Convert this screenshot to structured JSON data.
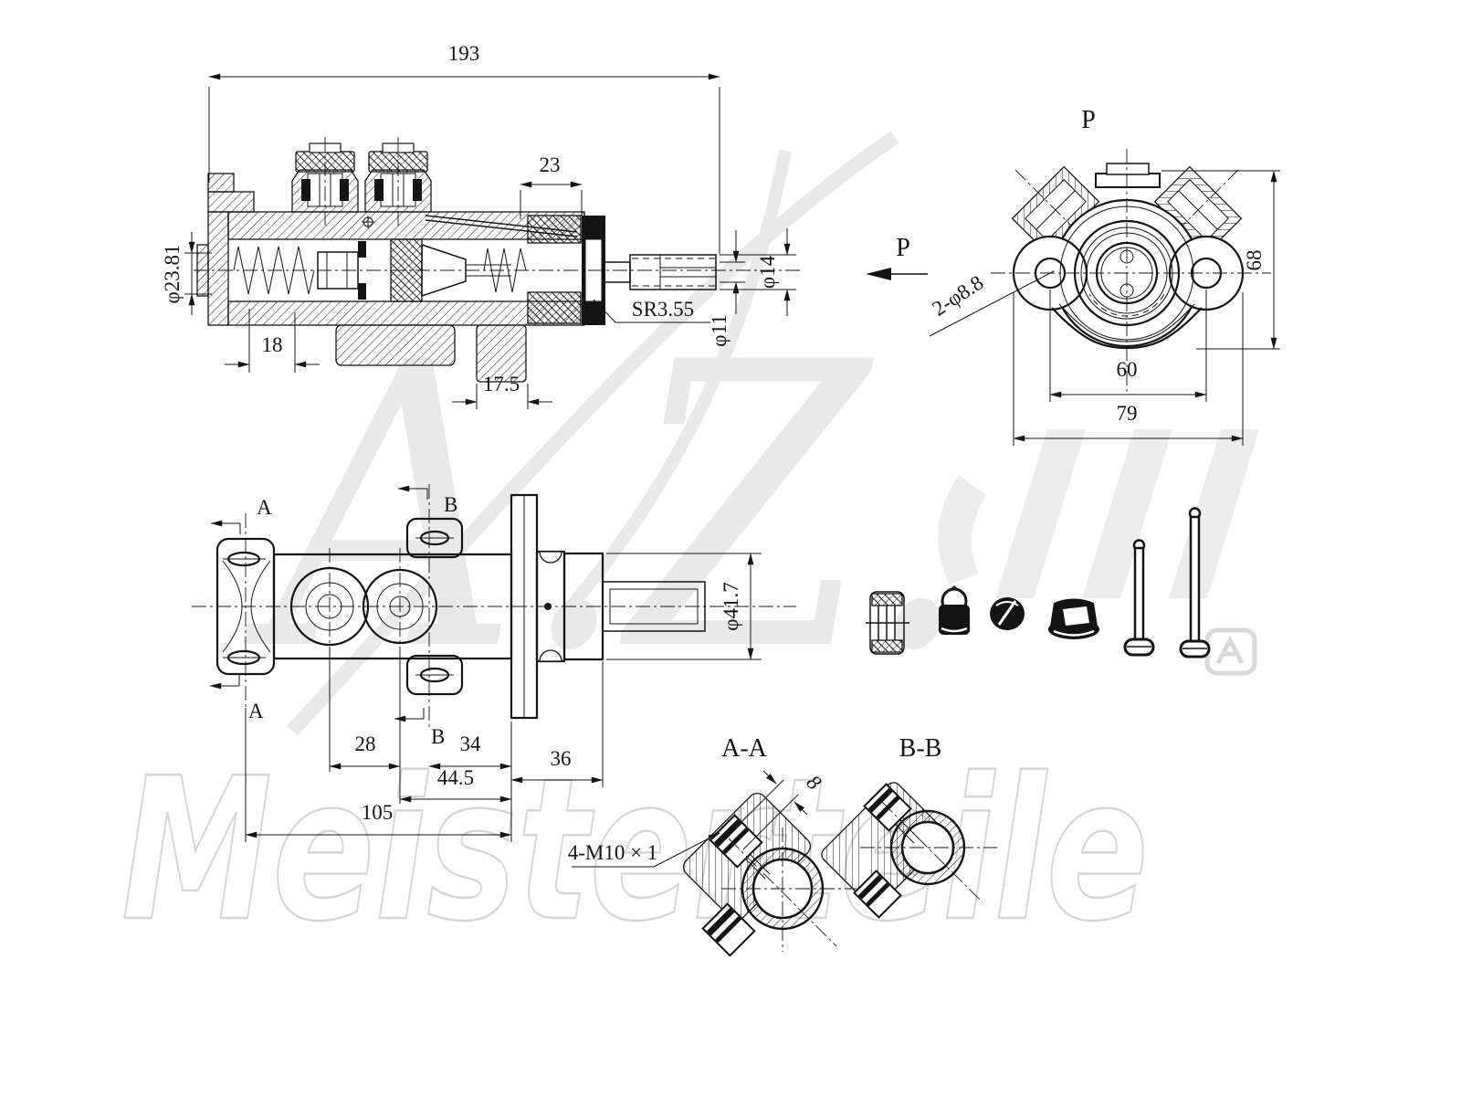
{
  "watermark": {
    "script": "A.Z.",
    "wordmark": "Meisterteile",
    "registered_mark": "registered-logo"
  },
  "main_section": {
    "dims": {
      "overall_length": "193",
      "port_offset": "23",
      "bore_dia": "φ23.81",
      "spring_seat": "18",
      "boot_width": "17.5",
      "sphere_radius": "SR3.55",
      "rod_neck_dia": "φ11",
      "rod_dia": "φ14"
    }
  },
  "direction": {
    "label": "P"
  },
  "end_view": {
    "title": "P",
    "height": "68",
    "hole_spacing": "60",
    "width": "79",
    "mount_holes": "2-φ8.8"
  },
  "top_view": {
    "port_spacing": "28",
    "b_to_flange": "34",
    "flange_to_end": "36",
    "port2_to_flange": "44.5",
    "overall": "105",
    "snout_dia": "φ41.7",
    "section_a": "A",
    "section_b": "B"
  },
  "sections": {
    "aa_title": "A-A",
    "bb_title": "B-B",
    "thread_callout": "4-M10 × 1",
    "port_width": "8"
  }
}
